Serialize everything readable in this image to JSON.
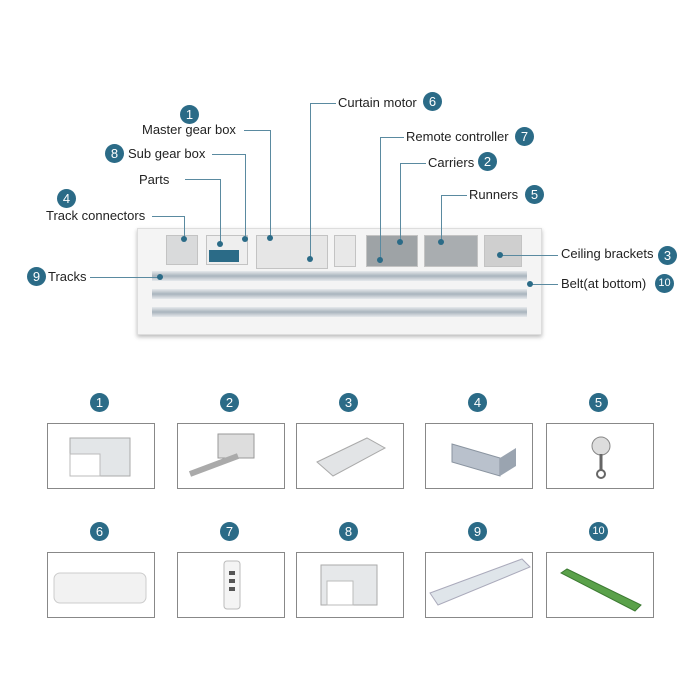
{
  "badge_color": "#2b6b87",
  "callouts": {
    "master_gear_box": {
      "num": "1",
      "label": "Master gear box"
    },
    "carriers": {
      "num": "2",
      "label": "Carriers"
    },
    "ceiling_brackets": {
      "num": "3",
      "label": "Ceiling brackets"
    },
    "track_connectors": {
      "num": "4",
      "label": "Track connectors"
    },
    "runners": {
      "num": "5",
      "label": "Runners"
    },
    "curtain_motor": {
      "num": "6",
      "label": "Curtain motor"
    },
    "remote_controller": {
      "num": "7",
      "label": "Remote controller"
    },
    "sub_gear_box": {
      "num": "8",
      "label": "Sub gear box"
    },
    "tracks": {
      "num": "9",
      "label": "Tracks"
    },
    "belt": {
      "num": "10",
      "label": "Belt(at bottom)"
    },
    "parts": {
      "label": "Parts"
    }
  },
  "grid": [
    {
      "num": "1",
      "icon": "master-gear-box"
    },
    {
      "num": "2",
      "icon": "carrier"
    },
    {
      "num": "3",
      "icon": "ceiling-bracket"
    },
    {
      "num": "4",
      "icon": "track-connector"
    },
    {
      "num": "5",
      "icon": "runner"
    },
    {
      "num": "6",
      "icon": "curtain-motor"
    },
    {
      "num": "7",
      "icon": "remote-controller"
    },
    {
      "num": "8",
      "icon": "sub-gear-box"
    },
    {
      "num": "9",
      "icon": "track"
    },
    {
      "num": "10",
      "icon": "belt"
    }
  ]
}
